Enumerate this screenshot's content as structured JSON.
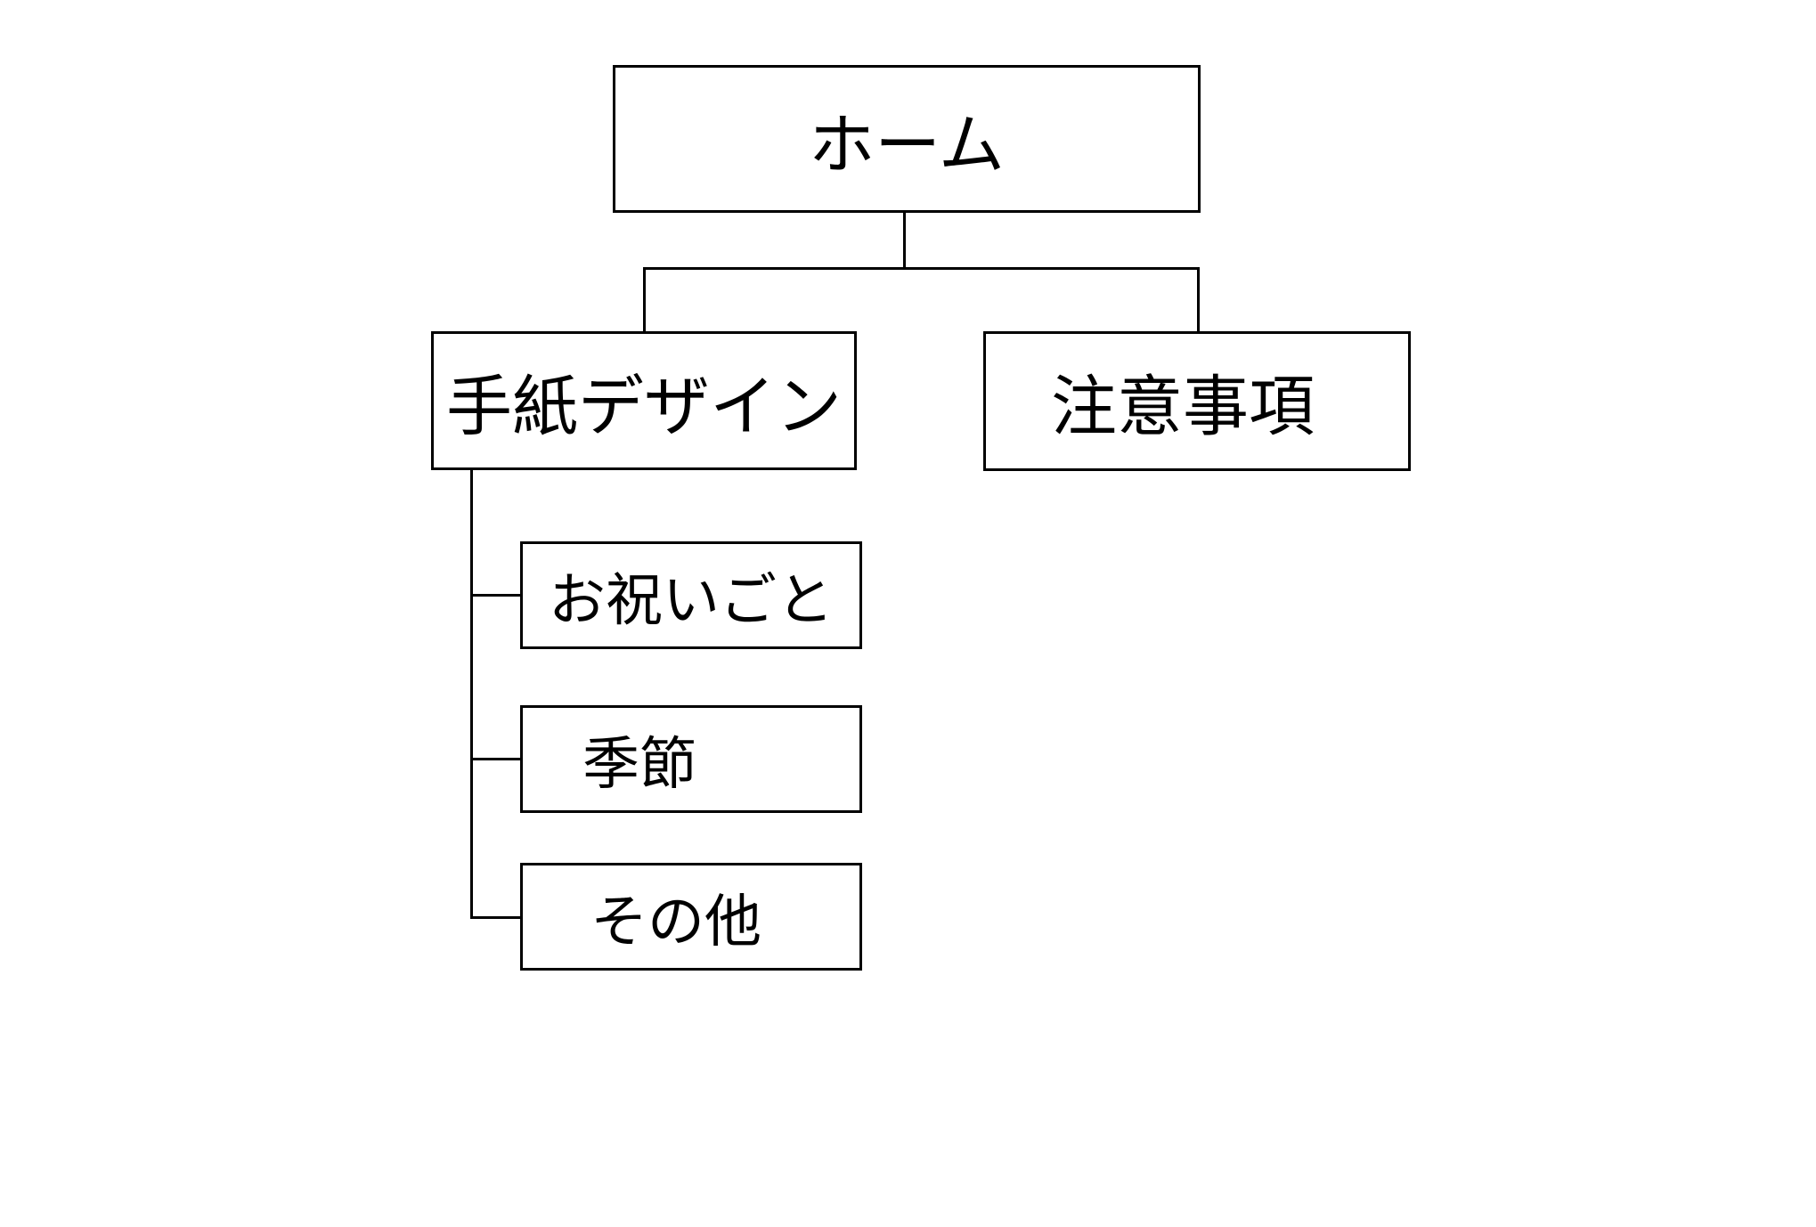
{
  "diagram": {
    "type": "sitemap-tree",
    "colors": {
      "background": "#ffffff",
      "box_fill": "#ffffff",
      "box_border": "#000000",
      "line": "#000000",
      "text": "#000000"
    },
    "root": {
      "label": "ホーム"
    },
    "branches": [
      {
        "label": "手紙デザイン",
        "children": [
          {
            "label": "お祝いごと"
          },
          {
            "label": "季節"
          },
          {
            "label": "その他"
          }
        ]
      },
      {
        "label": "注意事項",
        "children": []
      }
    ]
  }
}
